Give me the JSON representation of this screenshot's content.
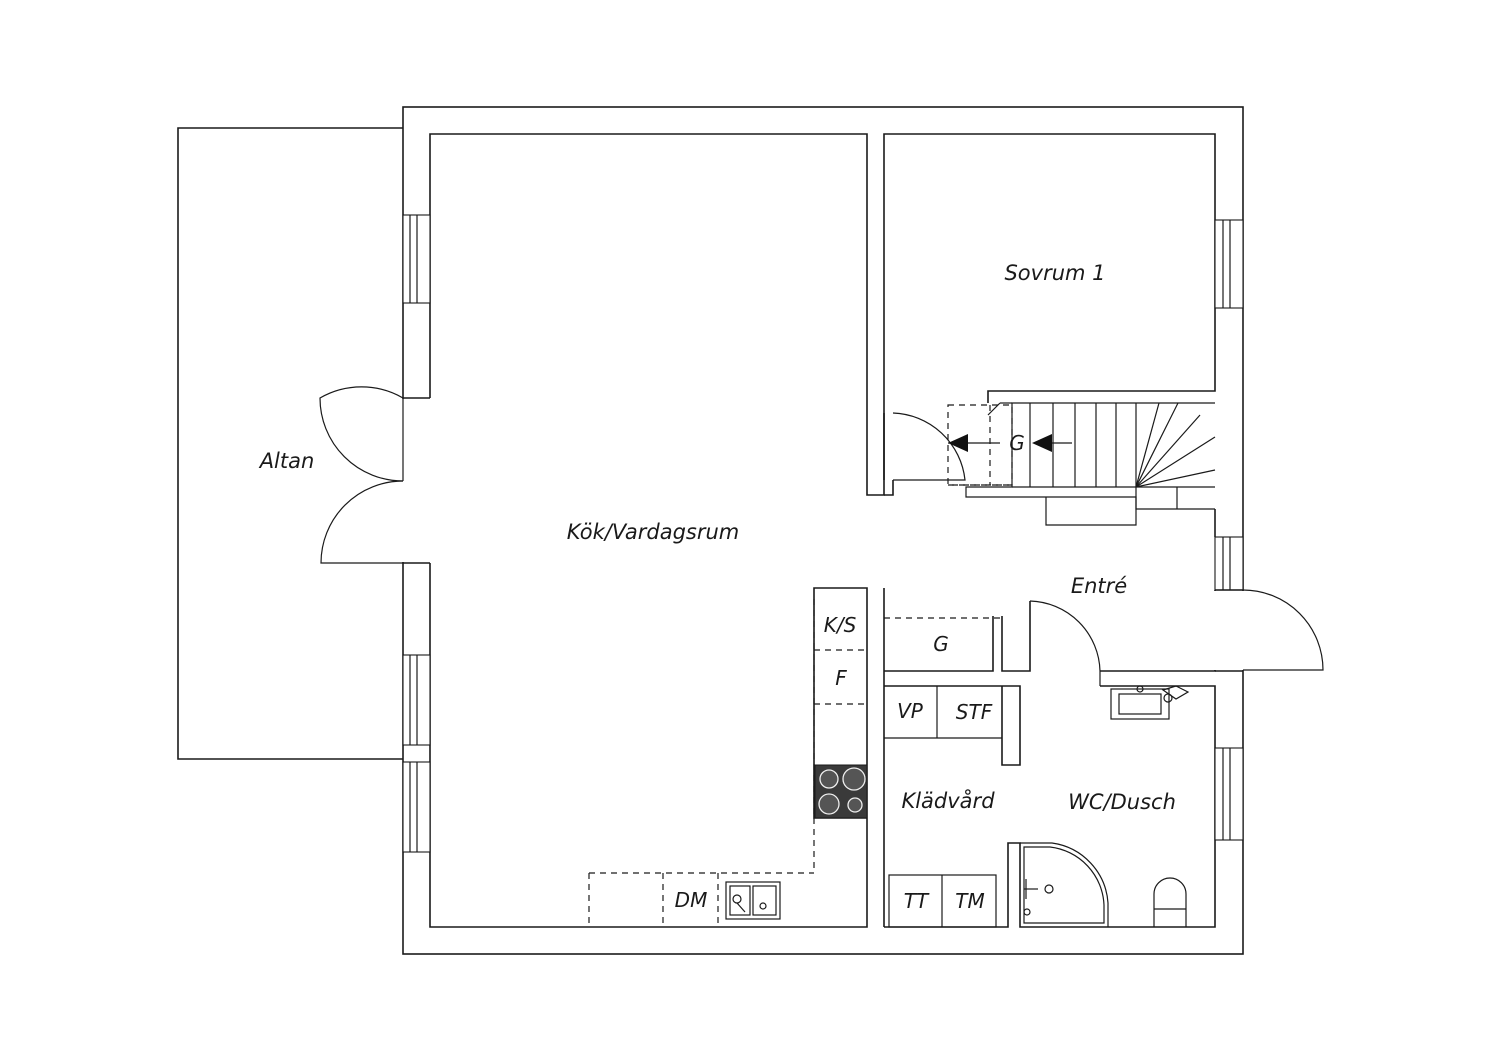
{
  "rooms": {
    "altan": "Altan",
    "kok_vardagsrum": "Kök/Vardagsrum",
    "sovrum_1": "Sovrum 1",
    "entre": "Entré",
    "kladvard": "Klädvård",
    "wc_dusch": "WC/Dusch"
  },
  "fixtures": {
    "kyl_sval": "K/S",
    "frys": "F",
    "garderob_entre": "G",
    "garderob_trappa": "G",
    "varmepump": "VP",
    "stadskap": "STF",
    "diskmaskin": "DM",
    "torktumlare": "TT",
    "tvattmaskin": "TM"
  }
}
